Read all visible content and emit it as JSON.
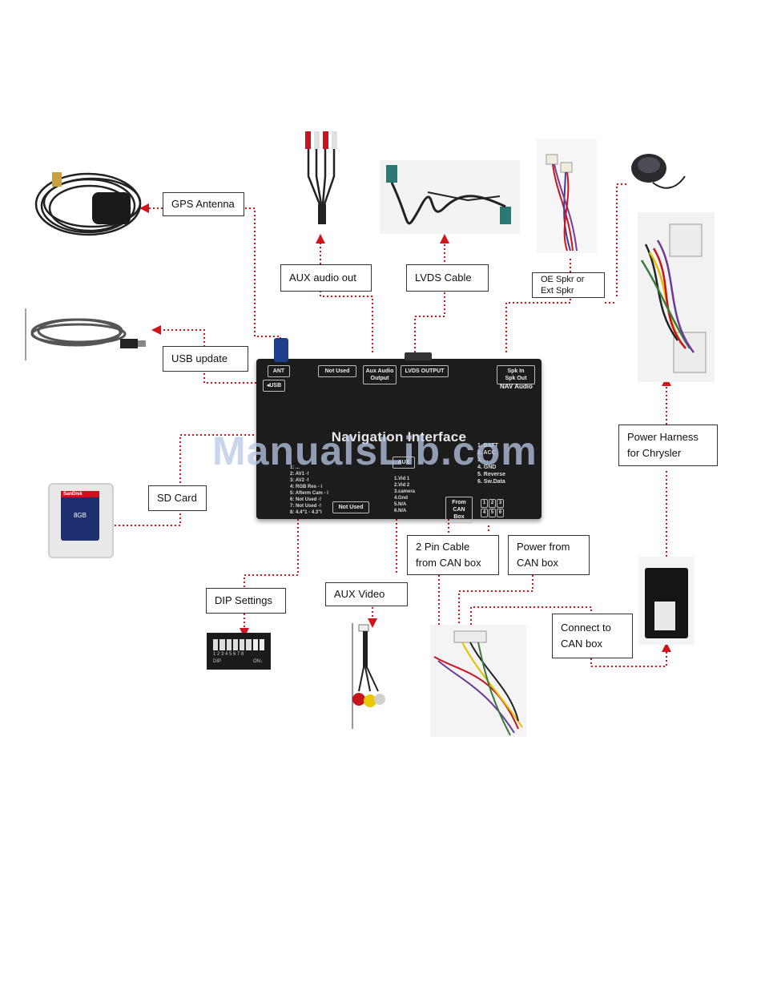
{
  "labels": {
    "gps_antenna": "GPS Antenna",
    "usb_update": "USB update",
    "sd_card": "SD Card",
    "dip_settings": "DIP Settings",
    "aux_audio_out": "AUX audio out",
    "lvds_cable": "LVDS Cable",
    "oe_spkr": "OE Spkr or\nExt Spkr",
    "power_harness": "Power Harness\nfor Chrysler",
    "aux_video": "AUX Video",
    "two_pin_cable": "2 Pin Cable\nfrom CAN box",
    "power_from_can": "Power from\nCAN box",
    "connect_to_can": "Connect to\nCAN box"
  },
  "device": {
    "title": "Navigation Interface",
    "ports": {
      "ant": "ANT",
      "usb": "◂USB",
      "not_used_top": "Not Used",
      "aux_audio_output": "Aux Audio\nOutput",
      "lvds_output": "LVDS OUTPUT",
      "spk": "Spk In\nSpk Out",
      "nav_audio": "NAV Audio",
      "not_used_bottom": "Not Used",
      "aux": "AUX",
      "from_can_box": "From\nCAN Box"
    },
    "dip_list": "1: ...\n2: AV1 -!\n3: AV2 -!\n4: RGB Res - i\n5: Afterm Cam - i\n6: Not Used -!\n7: Not Used -!\n8: 4.4\"1 - 4.3\"i",
    "aux_list": "1.Vid 1\n2.Vid 2\n3.camera\n4.Gnd\n5.N/A\n6.N/A",
    "power_list": "1. BATT\n2. ACC\n3. ...\n4. GND\n5. Reverse\n6. Sw.Data",
    "pin_grid": [
      "1",
      "2",
      "3",
      "4",
      "5",
      "6"
    ]
  },
  "sd_card": {
    "brand": "SanDisk",
    "capacity": "8GB"
  },
  "dip_switch": {
    "numbers": "1 2 3 4 5 6 7 8",
    "left_text": "DIP",
    "right_text": "ON↓"
  },
  "watermark": "ManualsLib.com"
}
